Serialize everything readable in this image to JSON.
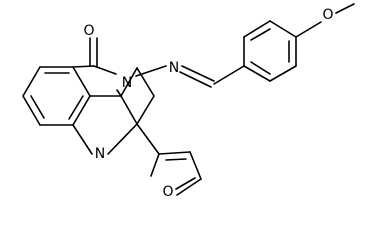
{
  "atoms": {
    "carbonyl_o": "O",
    "n3": "N",
    "n1": "N",
    "imine_n": "N",
    "furan_o": "O",
    "methoxy_o": "O"
  }
}
